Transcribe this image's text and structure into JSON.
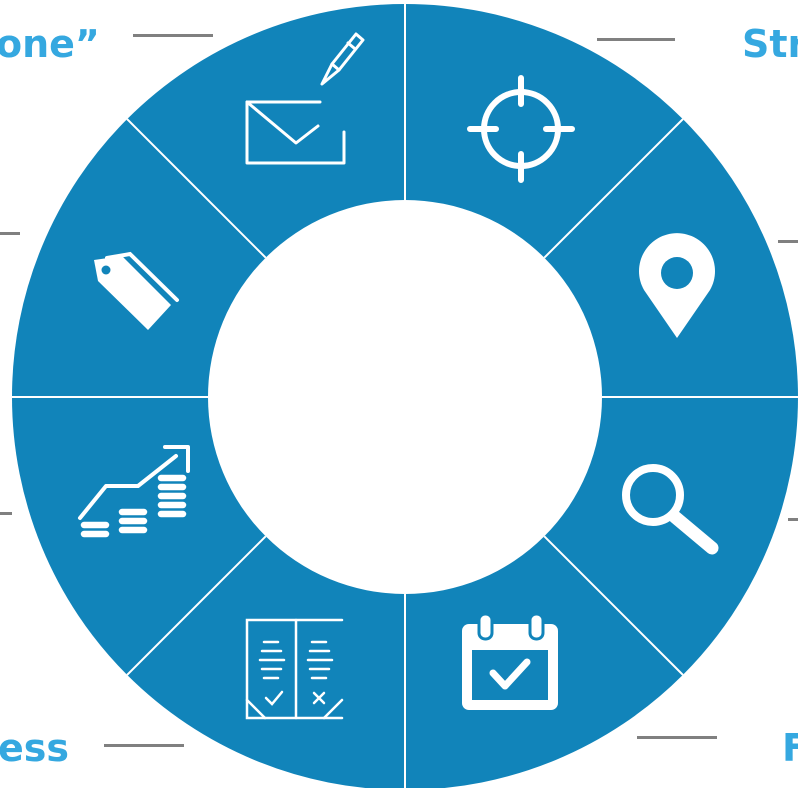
{
  "colors": {
    "segment": "#1184ba",
    "line": "#ffffff",
    "label": "#35a8e0",
    "dash": "#808080"
  },
  "labels": {
    "top_left": "one”",
    "top_right": "Str",
    "bottom_left": "ess",
    "bottom_right": "F"
  },
  "segments": [
    {
      "icon": "envelope-pen-icon"
    },
    {
      "icon": "crosshair-target-icon"
    },
    {
      "icon": "location-pin-icon"
    },
    {
      "icon": "magnifier-icon"
    },
    {
      "icon": "calendar-check-icon"
    },
    {
      "icon": "checklist-document-icon"
    },
    {
      "icon": "coins-growth-icon"
    },
    {
      "icon": "price-tag-icon"
    }
  ]
}
